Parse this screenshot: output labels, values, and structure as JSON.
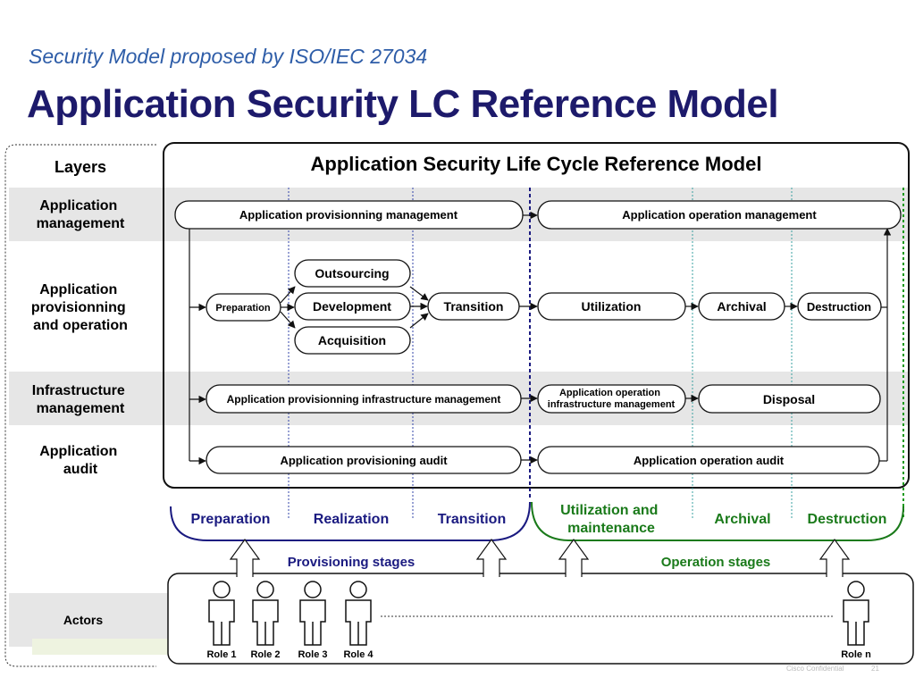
{
  "header": {
    "subtitle": "Security Model proposed by ISO/IEC 27034",
    "title": "Application Security LC Reference Model"
  },
  "diagram": {
    "title": "Application Security Life Cycle Reference Model",
    "layers_header": "Layers",
    "layers": {
      "app_mgmt": [
        "Application",
        "management"
      ],
      "app_prov_op": [
        "Application",
        "provisionning",
        "and operation"
      ],
      "infra_mgmt": [
        "Infrastructure",
        "management"
      ],
      "app_audit": [
        "Application",
        "audit"
      ],
      "actors": "Actors"
    },
    "boxes": {
      "prov_mgmt": "Application provisionning management",
      "op_mgmt": "Application operation management",
      "preparation": "Preparation",
      "outsourcing": "Outsourcing",
      "development": "Development",
      "acquisition": "Acquisition",
      "transition": "Transition",
      "utilization": "Utilization",
      "archival": "Archival",
      "destruction": "Destruction",
      "prov_infra": "Application provisionning infrastructure management",
      "op_infra": [
        "Application operation",
        "infrastructure management"
      ],
      "disposal": "Disposal",
      "prov_audit": "Application provisioning audit",
      "op_audit": "Application operation audit"
    },
    "stages": {
      "preparation": "Preparation",
      "realization": "Realization",
      "transition": "Transition",
      "utilization": [
        "Utilization and",
        "maintenance"
      ],
      "archival": "Archival",
      "destruction": "Destruction",
      "provisioning_group": "Provisioning stages",
      "operation_group": "Operation stages"
    },
    "roles": [
      "Role 1",
      "Role 2",
      "Role 3",
      "Role 4",
      "Role n"
    ],
    "colors": {
      "title": "#1d1a6b",
      "subtitle": "#2e5da8",
      "provisioning": "#1a1a80",
      "operation": "#1a7a1a",
      "band": "#e6e6e6"
    }
  },
  "footer": {
    "confidential": "Cisco Confidential",
    "page": "21"
  }
}
